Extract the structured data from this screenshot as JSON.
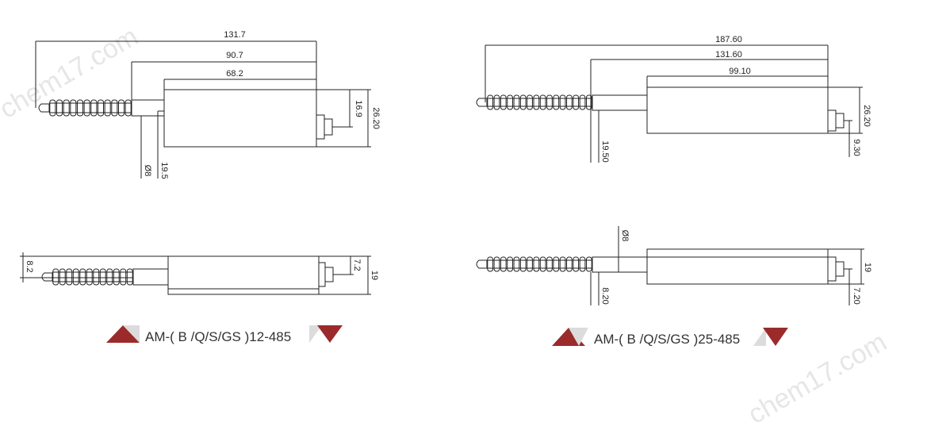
{
  "watermark": "chem17.com",
  "colors": {
    "accent": "#9b2b2b",
    "grey_triangle": "#dcdcdc",
    "line": "#222222"
  },
  "drawings": {
    "top_left": {
      "dims": [
        "131.7",
        "90.7",
        "68.2",
        "16.9",
        "26.20",
        "Ø8",
        "19.5"
      ]
    },
    "top_right": {
      "dims": [
        "187.60",
        "131.60",
        "99.10",
        "19.50",
        "26.20",
        "9.30"
      ]
    },
    "bottom_left": {
      "dims": [
        "8.2",
        "7.2",
        "19"
      ]
    },
    "bottom_right": {
      "dims": [
        "Ø8",
        "19",
        "8.20",
        "7.20"
      ]
    }
  },
  "captions": {
    "left": "AM-( B /Q/S/GS )12-485",
    "right": "AM-( B /Q/S/GS )25-485"
  }
}
